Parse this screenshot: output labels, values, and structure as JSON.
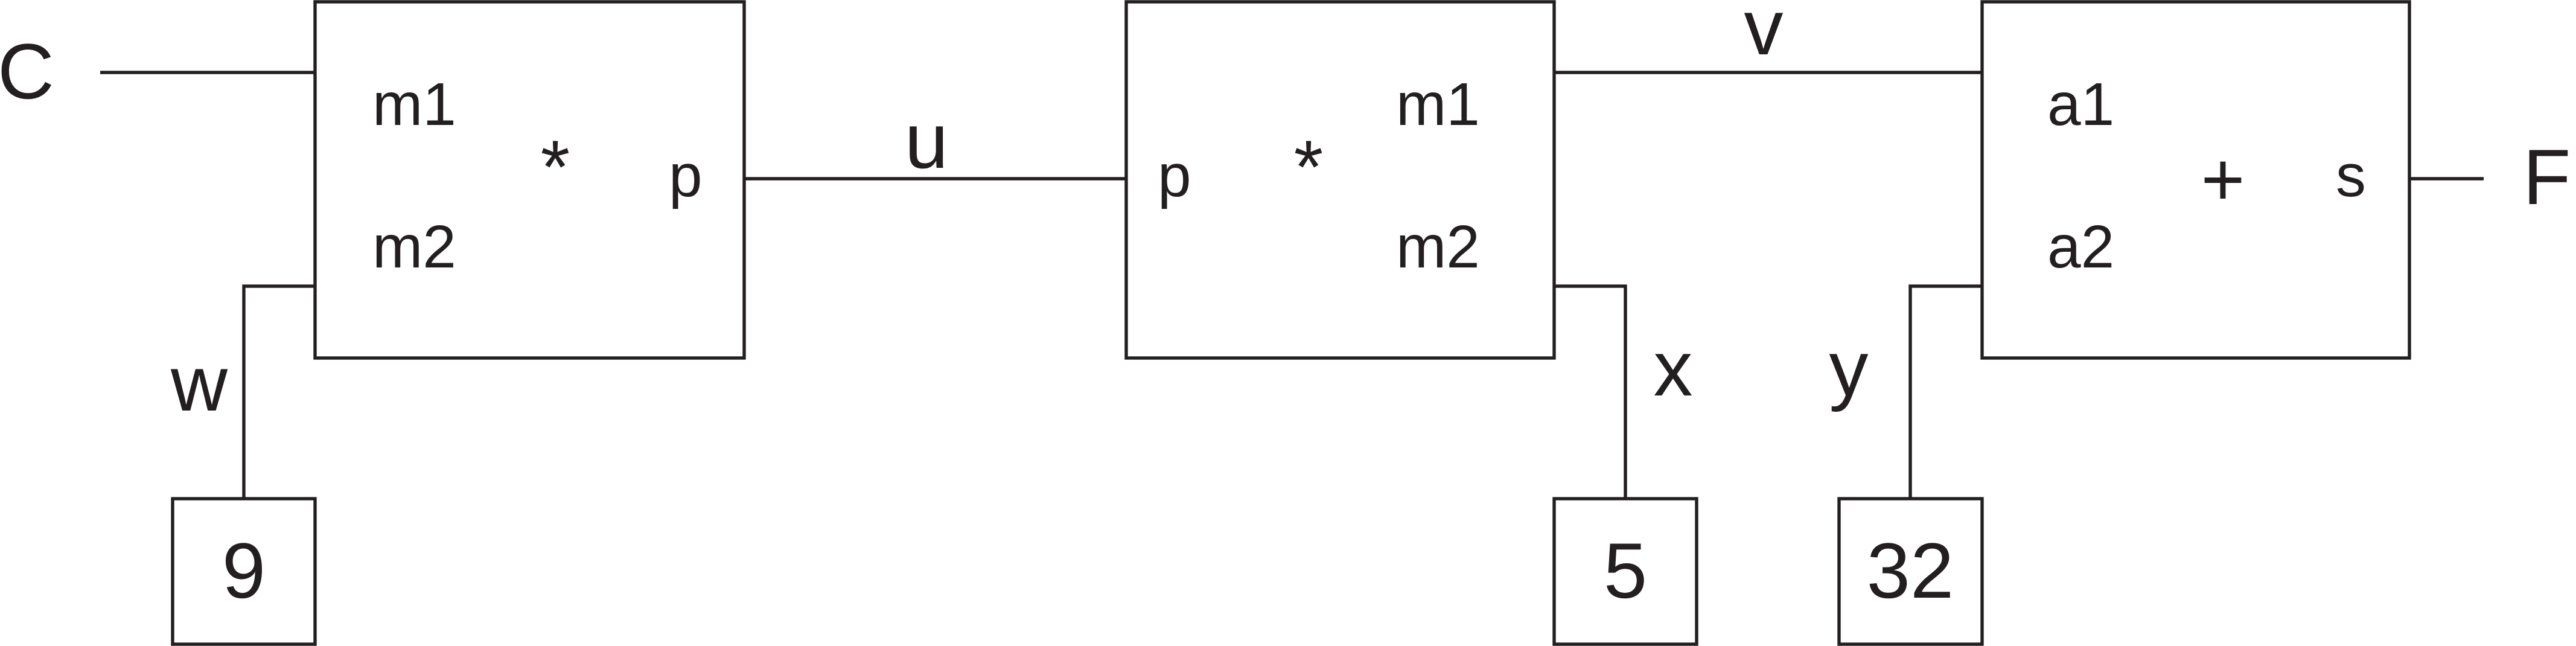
{
  "diagram": {
    "inputs": {
      "c": "C"
    },
    "outputs": {
      "f": "F"
    },
    "wires": {
      "u": "u",
      "v": "v",
      "w": "w",
      "x": "x",
      "y": "y"
    },
    "blocks": {
      "mult1": {
        "op": "*",
        "ports": {
          "in1": "m1",
          "in2": "m2",
          "out": "p"
        }
      },
      "mult2": {
        "op": "*",
        "ports": {
          "in": "p",
          "out1": "m1",
          "out2": "m2"
        }
      },
      "adder": {
        "op": "+",
        "ports": {
          "in1": "a1",
          "in2": "a2",
          "out": "s"
        }
      }
    },
    "constants": {
      "k9": "9",
      "k5": "5",
      "k32": "32"
    }
  },
  "colors": {
    "stroke": "#231f20",
    "background": "#ffffff"
  }
}
